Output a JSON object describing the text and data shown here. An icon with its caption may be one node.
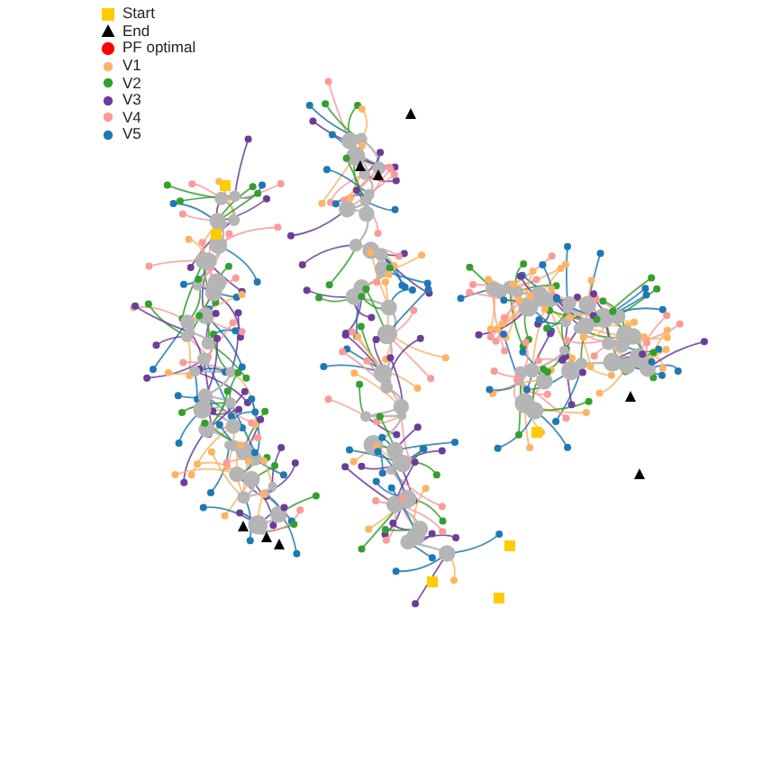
{
  "diagram": {
    "legend": [
      {
        "text": "Start",
        "color": "#ffcc00"
      },
      {
        "text": "End",
        "color": "#000000"
      },
      {
        "text": "PF optimal",
        "color": "#ff0000"
      },
      {
        "text": "V1",
        "color": "#fdb462"
      },
      {
        "text": "V2",
        "color": "#33a02c"
      },
      {
        "text": "V3",
        "color": "#6a3d9a"
      },
      {
        "text": "V4",
        "color": "#fb9a99"
      },
      {
        "text": "V5",
        "color": "#1f78b4"
      }
    ]
  }
}
